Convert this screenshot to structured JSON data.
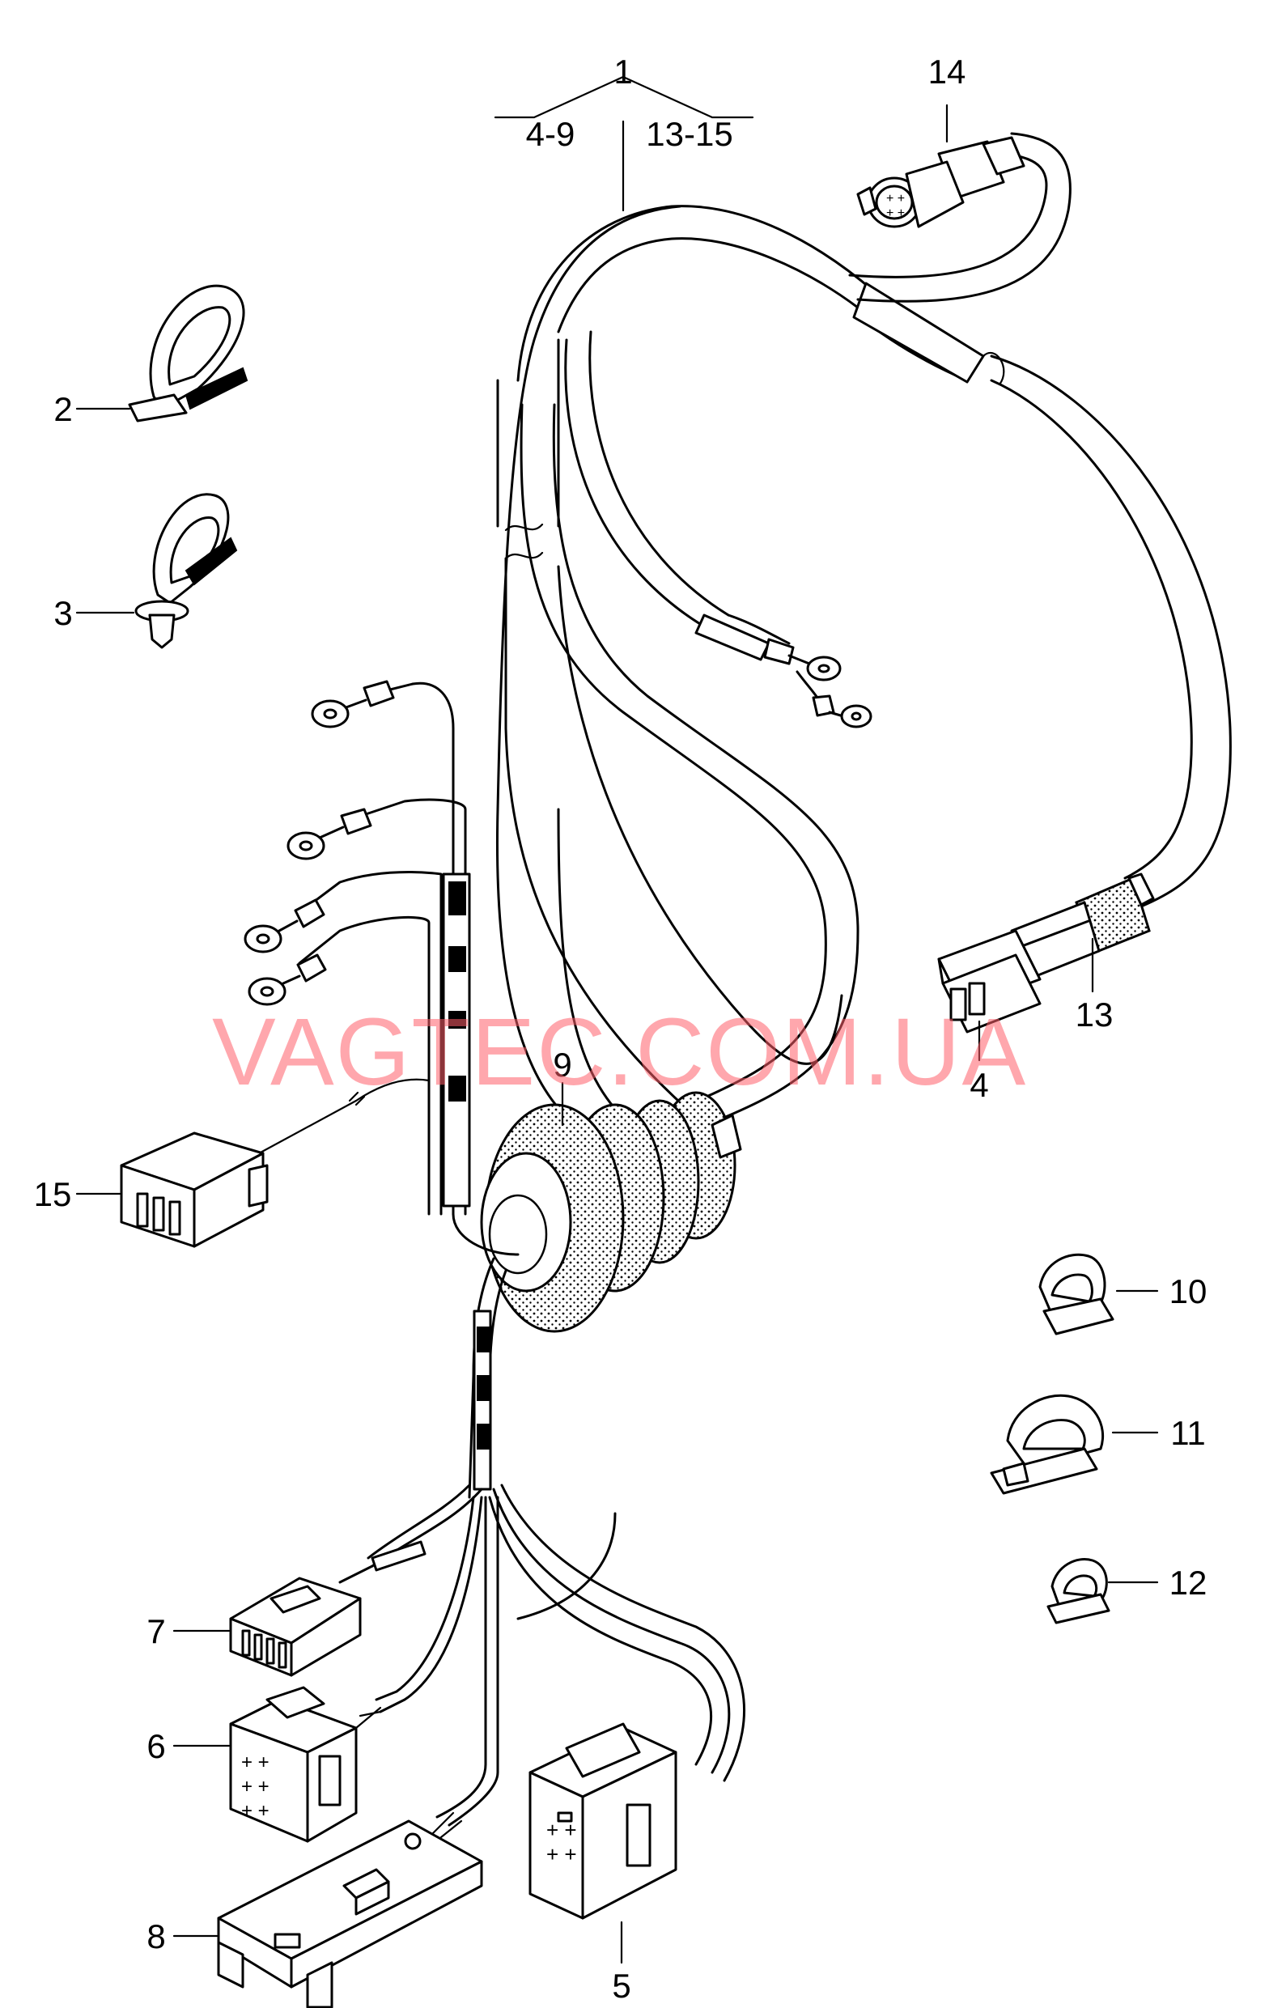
{
  "callouts": {
    "c1": "1",
    "c1_range_left": "4-9",
    "c1_range_right": "13-15",
    "c2": "2",
    "c3": "3",
    "c4": "4",
    "c5": "5",
    "c6": "6",
    "c7": "7",
    "c8": "8",
    "c9": "9",
    "c10": "10",
    "c11": "11",
    "c12": "12",
    "c13": "13",
    "c14": "14",
    "c15": "15"
  },
  "watermark": "VAGTEC.COM.UA"
}
